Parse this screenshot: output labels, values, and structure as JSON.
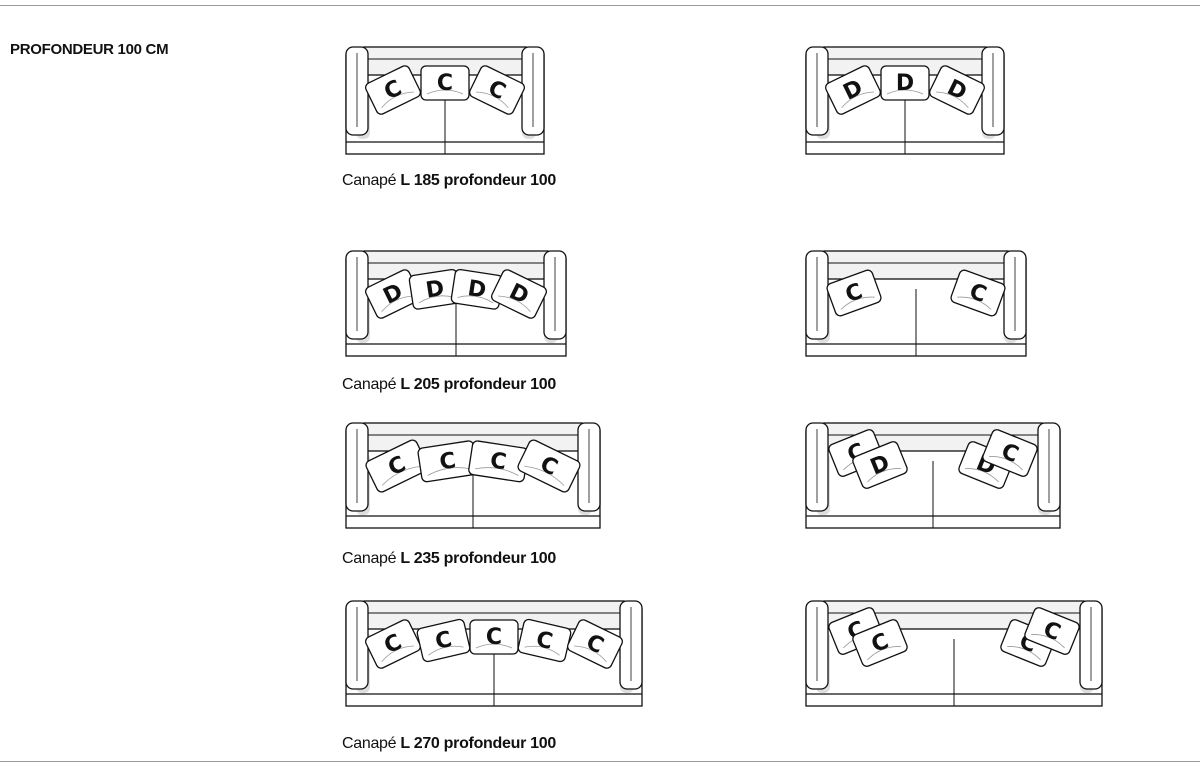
{
  "section": {
    "title": "PROFONDEUR 100 CM"
  },
  "rows": [
    {
      "caption": {
        "prefix": "Canapé",
        "bold": "L 185 profondeur 100"
      },
      "left_cushions": [
        "C",
        "C",
        "C"
      ],
      "right_cushions": [
        "D",
        "D",
        "D"
      ]
    },
    {
      "caption": {
        "prefix": "Canapé",
        "bold": "L 205 profondeur 100"
      },
      "left_cushions": [
        "D",
        "D",
        "D",
        "D"
      ],
      "right_cushions": [
        "C",
        "C"
      ]
    },
    {
      "caption": {
        "prefix": "Canapé",
        "bold": "L 235 profondeur 100"
      },
      "left_cushions": [
        "C",
        "C",
        "C",
        "C"
      ],
      "right_cushions": [
        "C",
        "D",
        "D",
        "C"
      ]
    },
    {
      "caption": {
        "prefix": "Canapé",
        "bold": "L 270 profondeur 100"
      },
      "left_cushions": [
        "C",
        "C",
        "C",
        "C",
        "C"
      ],
      "right_cushions": [
        "C",
        "C",
        "C",
        "C"
      ]
    }
  ]
}
